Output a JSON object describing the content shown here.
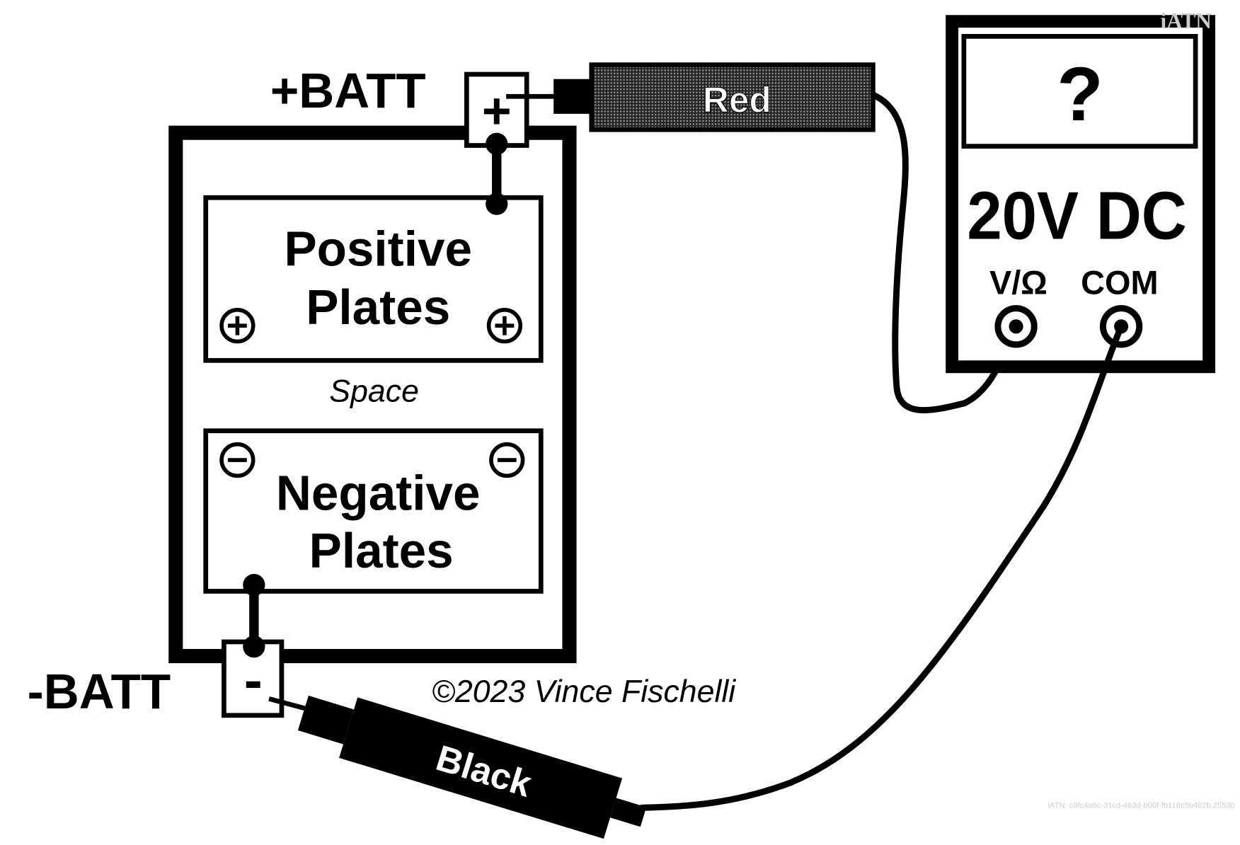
{
  "battery": {
    "pos_label": "+BATT",
    "neg_label": "-BATT",
    "pos_symbol": "+",
    "neg_symbol": "-",
    "positive_plates": [
      "Positive",
      "Plates"
    ],
    "negative_plates": [
      "Negative",
      "Plates"
    ],
    "space_label": "Space"
  },
  "probes": {
    "red_label": "Red",
    "black_label": "Black"
  },
  "meter": {
    "display": "?",
    "range": "20V DC",
    "jack_v": "V/Ω",
    "jack_com": "COM"
  },
  "copyright": "©2023 Vince Fischelli",
  "watermark": "iATN",
  "footer_id": "iATN: c9fc4a6c-31cd-463d-b00f-fb116c5b462b.25530",
  "colors": {
    "ink": "#000000",
    "probe_red_fill": "#555555",
    "watermark": "#cccccc"
  }
}
